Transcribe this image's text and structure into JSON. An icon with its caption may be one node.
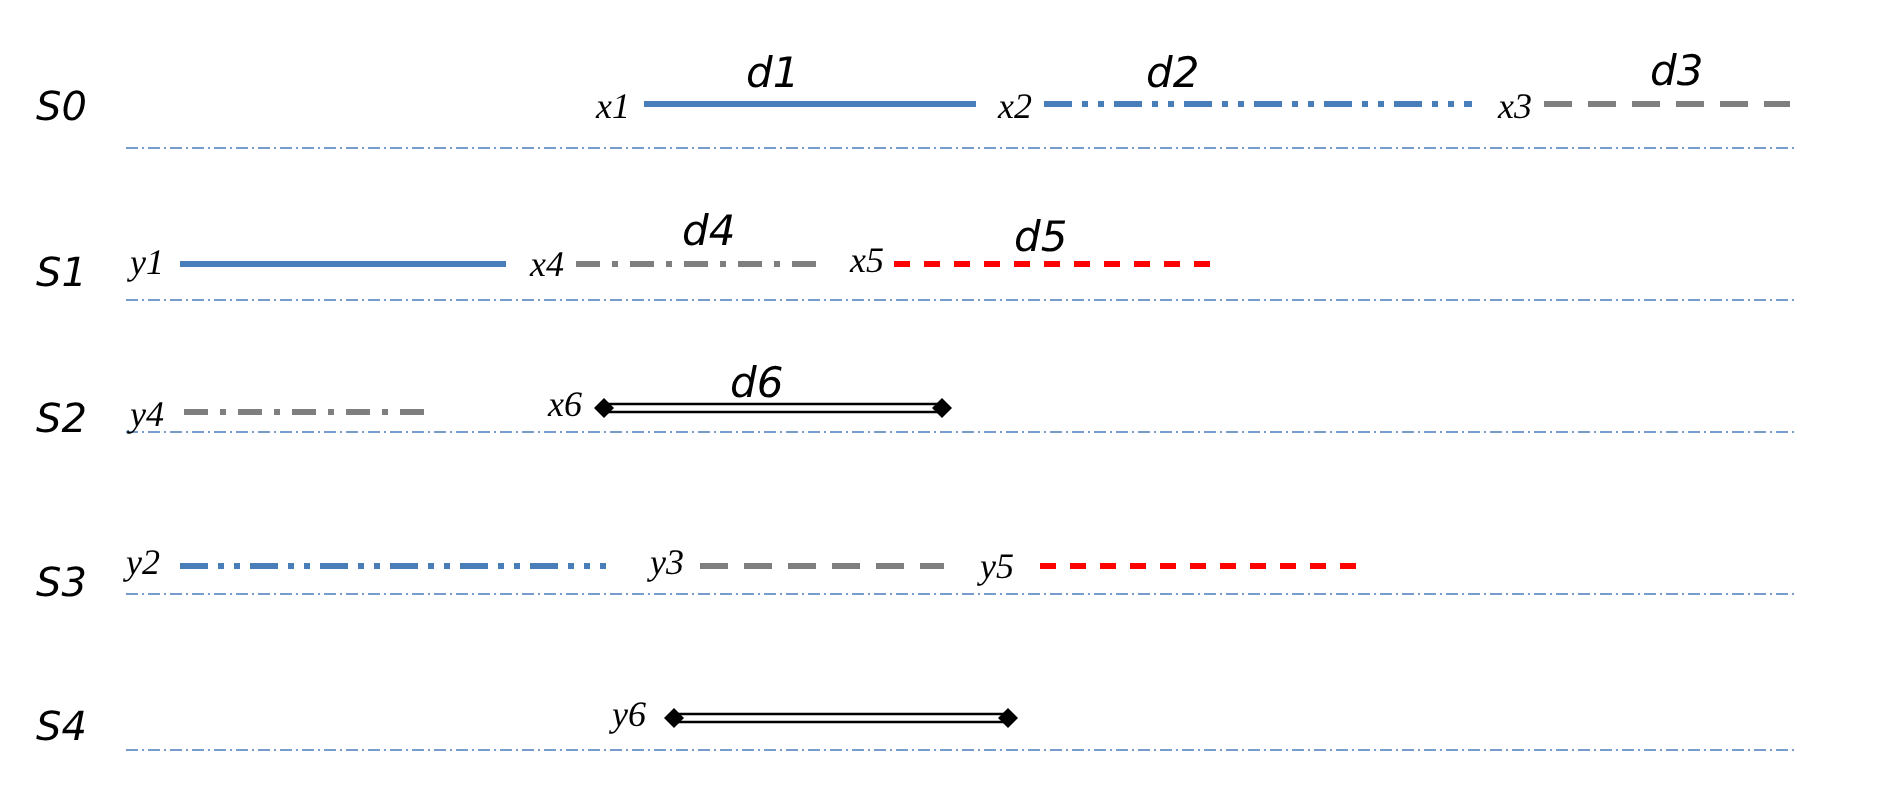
{
  "diagram": {
    "labels": [
      "d1",
      "d2",
      "d3",
      "S0",
      "x1",
      "x2",
      "x3",
      "d4",
      "S1",
      "y1",
      "x4",
      "x5",
      "d5",
      "d6",
      "S2",
      "y4",
      "x6",
      "S3",
      "y2",
      "y3",
      "y5",
      "S4",
      "y6"
    ]
  }
}
